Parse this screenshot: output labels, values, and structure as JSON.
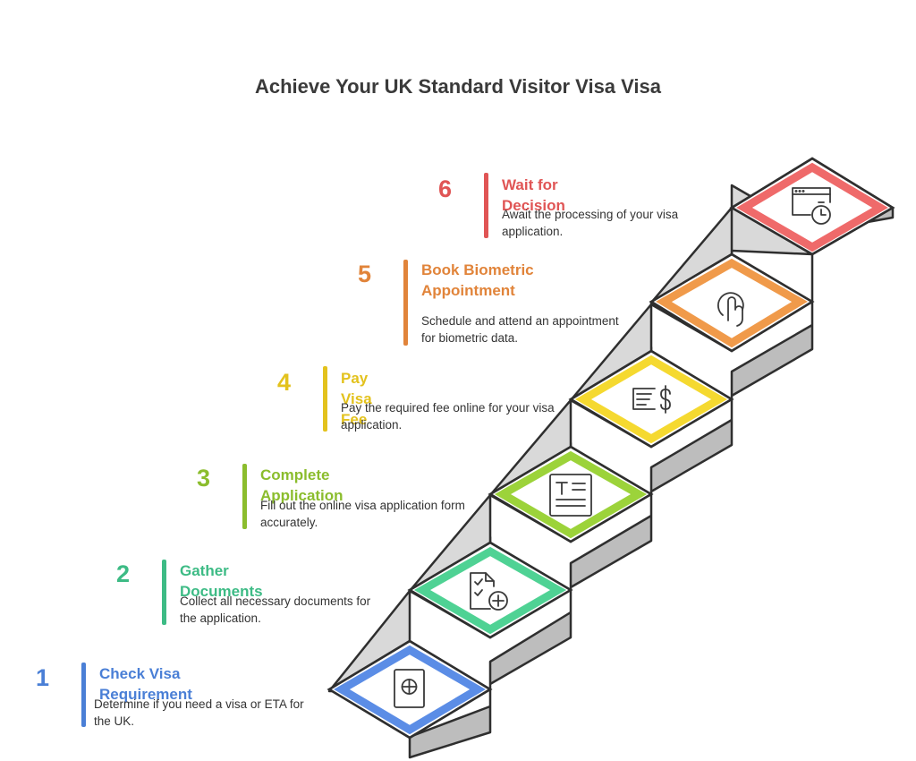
{
  "title": "Achieve Your UK Standard Visitor Visa Visa",
  "steps": [
    {
      "number": "1",
      "heading": "Check Visa Requirement",
      "description": "Determine if you need a visa or ETA for the UK.",
      "color": "#4a7fd6",
      "light": "#5b8de6",
      "icon": "passport-icon"
    },
    {
      "number": "2",
      "heading": "Gather Documents",
      "description": "Collect all necessary documents for the application.",
      "color": "#3dbb85",
      "light": "#4fd294",
      "icon": "document-add-icon"
    },
    {
      "number": "3",
      "heading": "Complete Application",
      "description": "Fill out the online visa application form accurately.",
      "color": "#8bbd2d",
      "light": "#9cd33a",
      "icon": "form-icon"
    },
    {
      "number": "4",
      "heading": "Pay Visa Fee",
      "description": "Pay the required fee online for your visa application.",
      "color": "#e3c21d",
      "light": "#f5d930",
      "icon": "payment-icon"
    },
    {
      "number": "5",
      "heading": "Book Biometric Appointment",
      "description": "Schedule and attend an appointment for biometric data.",
      "color": "#e1843a",
      "light": "#f09a4a",
      "icon": "fingerprint-tap-icon"
    },
    {
      "number": "6",
      "heading": "Wait for Decision",
      "description": "Await the processing of your visa application.",
      "color": "#e05555",
      "light": "#ef6a6a",
      "icon": "browser-timer-icon"
    }
  ]
}
